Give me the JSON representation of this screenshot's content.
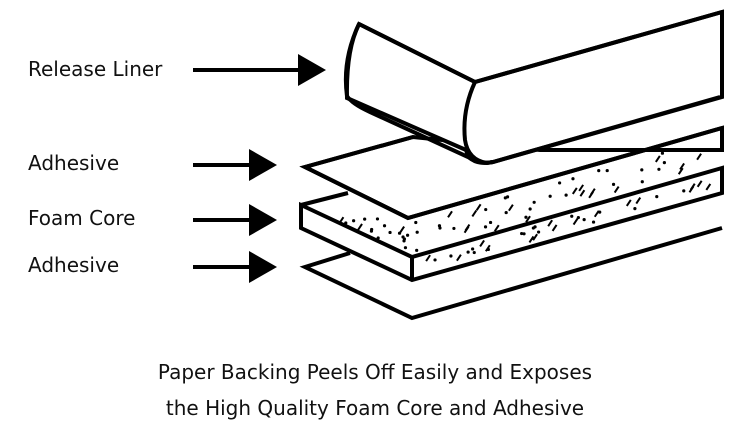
{
  "labels": {
    "release_liner": "Release Liner",
    "adhesive_top": "Adhesive",
    "foam_core": "Foam Core",
    "adhesive_bottom": "Adhesive"
  },
  "caption": {
    "line1": "Paper Backing Peels Off Easily and Exposes",
    "line2": "the High Quality Foam Core and Adhesive"
  }
}
